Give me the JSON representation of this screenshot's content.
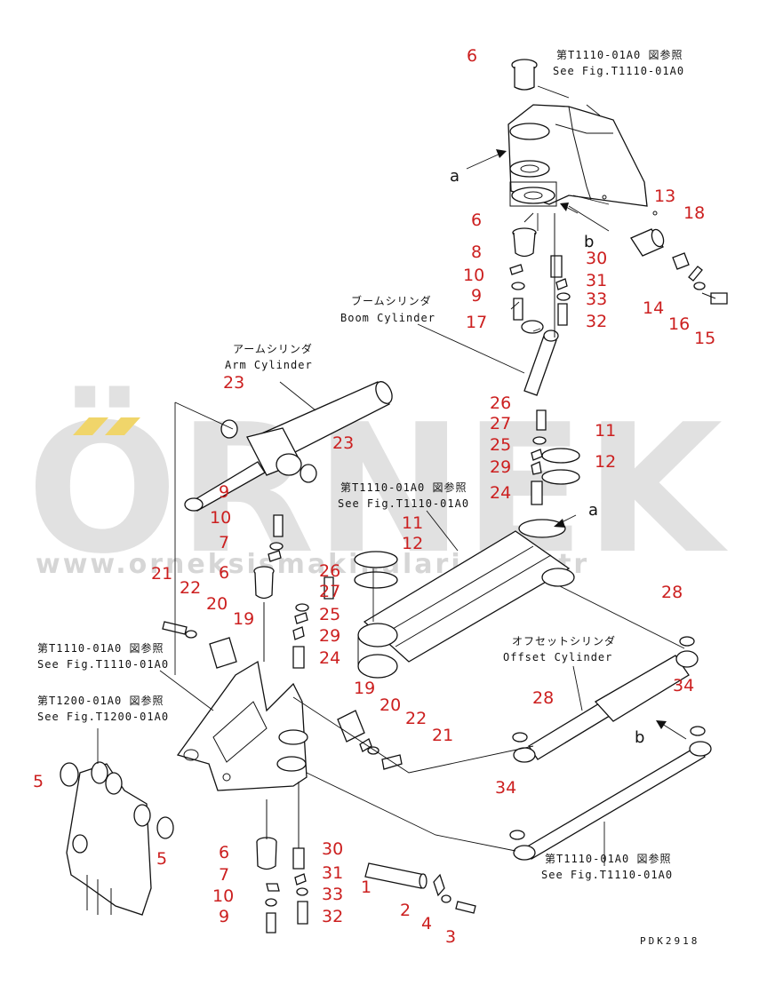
{
  "refs": {
    "fig_top_jp": "第T1110-01A0 図参照",
    "fig_top_en": "See Fig.T1110-01A0",
    "boom_jp": "ブームシリンダ",
    "boom_en": "Boom Cylinder",
    "arm_jp": "アームシリンダ",
    "arm_en": "Arm Cylinder",
    "fig_mid_jp": "第T1110-01A0 図参照",
    "fig_mid_en": "See Fig.T1110-01A0",
    "fig_left1_jp": "第T1110-01A0 図参照",
    "fig_left1_en": "See Fig.T1110-01A0",
    "fig_left2_jp": "第T1200-01A0 図参照",
    "fig_left2_en": "See Fig.T1200-01A0",
    "offset_jp": "オフセットシリンダ",
    "offset_en": "Offset Cylinder",
    "fig_bottom_jp": "第T1110-01A0 図参照",
    "fig_bottom_en": "See Fig.T1110-01A0"
  },
  "letters": {
    "a_top": "a",
    "b_top": "b",
    "a_mid": "a",
    "b_mid": "b"
  },
  "code": "PDK2918",
  "watermark": {
    "brand": "ÖRNEK",
    "url": "www.orneksismakinalari.com.tr",
    "accent_color": "#f0d56a"
  },
  "callouts": {
    "c6a": "6",
    "c13": "13",
    "c18": "18",
    "c6b": "6",
    "c8a": "8",
    "c10a": "10",
    "c9a": "9",
    "c17": "17",
    "c30a": "30",
    "c31a": "31",
    "c33a": "33",
    "c32a": "32",
    "c14": "14",
    "c16": "16",
    "c15": "15",
    "c23a": "23",
    "c23b": "23",
    "c26a": "26",
    "c27a": "27",
    "c25a": "25",
    "c29a": "29",
    "c24a": "24",
    "c11a": "11",
    "c12a": "12",
    "c9b": "9",
    "c10b": "10",
    "c7a": "7",
    "c6c": "6",
    "c21a": "21",
    "c22a": "22",
    "c20a": "20",
    "c19a": "19",
    "c26b": "26",
    "c27b": "27",
    "c25b": "25",
    "c29b": "29",
    "c24b": "24",
    "c11b": "11",
    "c12b": "12",
    "c19b": "19",
    "c28a": "28",
    "c34a": "34",
    "c28b": "28",
    "c20b": "20",
    "c22b": "22",
    "c21b": "21",
    "c5a": "5",
    "c5b": "5",
    "c34b": "34",
    "c6d": "6",
    "c30b": "30",
    "c7b": "7",
    "c31b": "31",
    "c10c": "10",
    "c33b": "33",
    "c9c": "9",
    "c32b": "32",
    "c1": "1",
    "c2": "2",
    "c4": "4",
    "c3": "3"
  }
}
